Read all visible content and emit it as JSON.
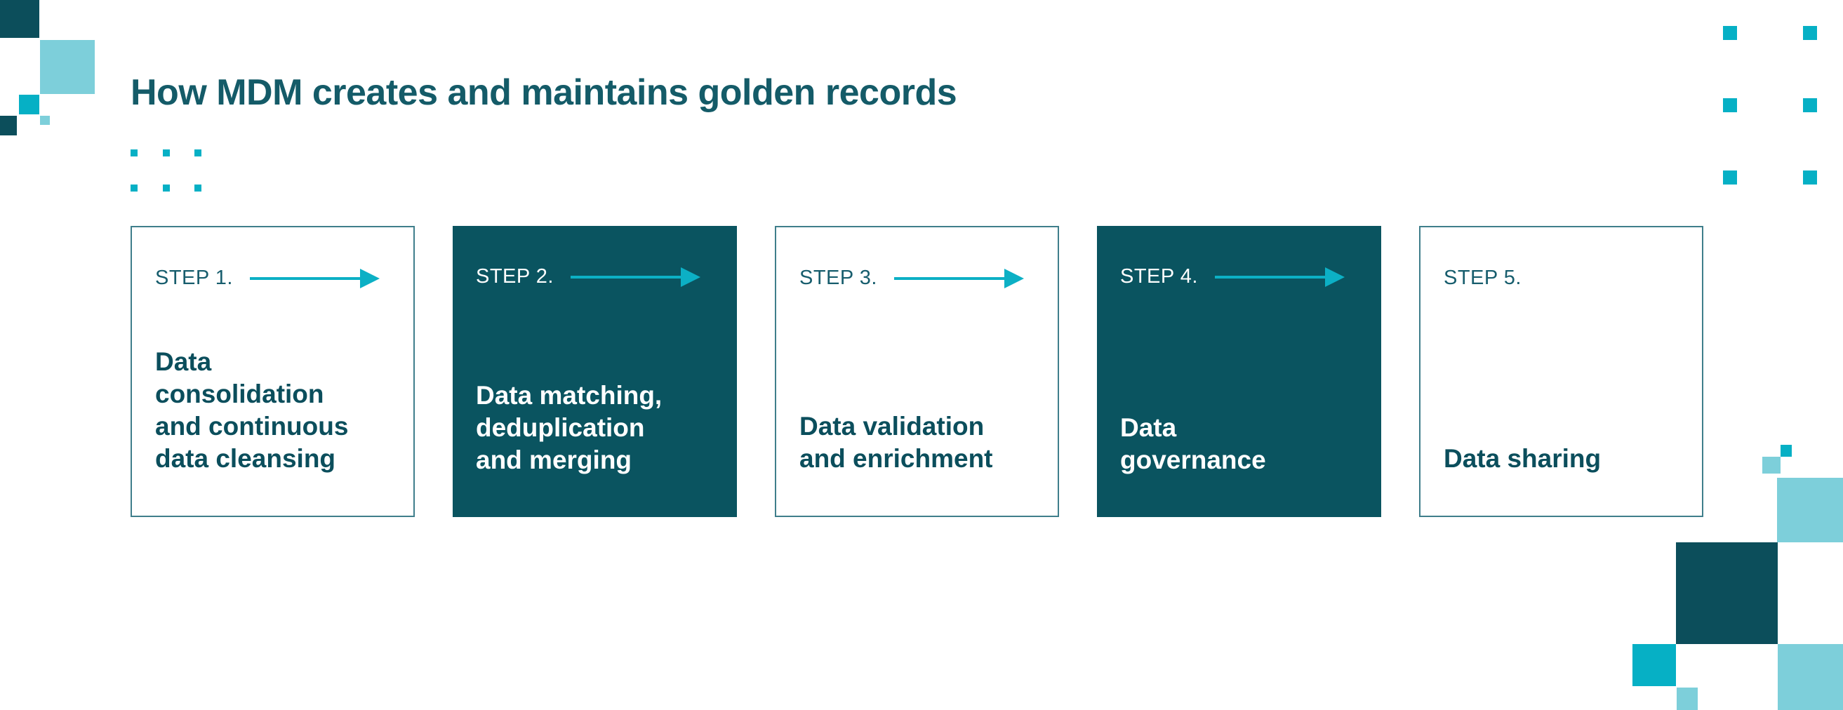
{
  "page": {
    "title": "How MDM creates and maintains golden records"
  },
  "colors": {
    "background": "#ffffff",
    "title_text": "#145b68",
    "card_dark_background": "#0a5460",
    "card_light_border": "#3f7e8b",
    "card_light_text": "#0b4e5c",
    "card_dark_text": "#ffffff",
    "accent_cyan": "#06b0c5",
    "decor_light_teal": "#7dcfda",
    "decor_dark_teal": "#0c4e5b"
  },
  "icons": {
    "arrow": "right-arrow-icon",
    "decor": "pixel-square"
  },
  "steps": [
    {
      "label": "STEP 1.",
      "variant": "light",
      "has_arrow": true,
      "lines": [
        "Data",
        "consolidation",
        "and continuous",
        "data cleansing"
      ]
    },
    {
      "label": "STEP 2.",
      "variant": "dark",
      "has_arrow": true,
      "lines": [
        "Data matching,",
        "deduplication",
        "and merging"
      ]
    },
    {
      "label": "STEP 3.",
      "variant": "light",
      "has_arrow": true,
      "lines": [
        "Data validation",
        "and enrichment"
      ]
    },
    {
      "label": "STEP 4.",
      "variant": "dark",
      "has_arrow": true,
      "lines": [
        "Data",
        "governance"
      ]
    },
    {
      "label": "STEP 5.",
      "variant": "light",
      "has_arrow": false,
      "lines": [
        "Data sharing"
      ]
    }
  ]
}
